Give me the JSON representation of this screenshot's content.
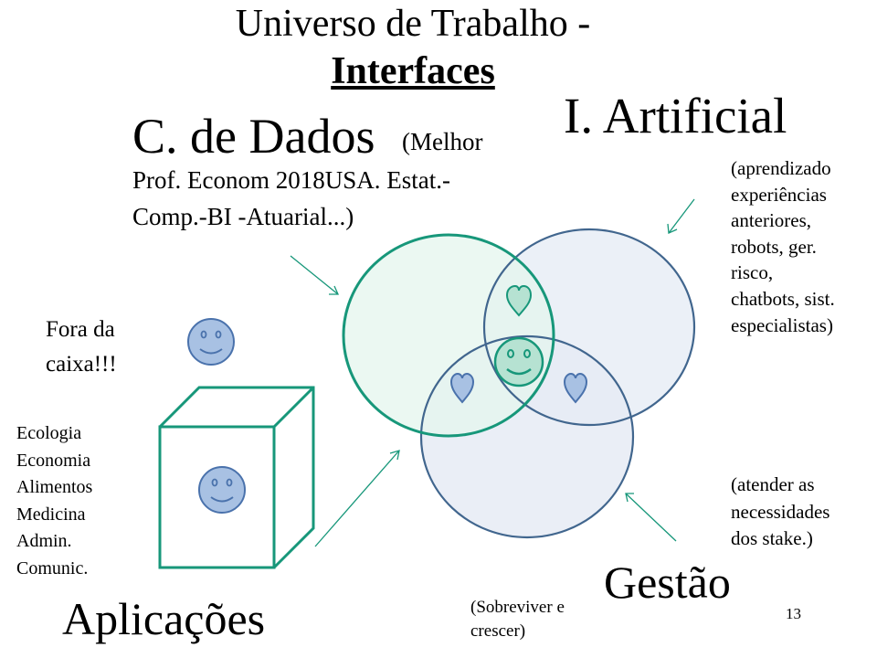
{
  "title": {
    "line1": "Universo de Trabalho -",
    "line2": "Interfaces"
  },
  "cdados": {
    "main": "C. de Dados",
    "paren": "(Melhor",
    "line2": "Prof. Econom 2018USA. Estat.-",
    "line3": "Comp.-BI -Atuarial...)"
  },
  "ia": {
    "title": "I. Artificial",
    "desc": "(aprendizado\nexperiências\nanteriores,\nrobots, ger.\nrisco,\nchatbots, sist.\nespecialistas)"
  },
  "fora": "Fora da\ncaixa!!!",
  "areas": "Ecologia\nEconomia\nAlimentos\nMedicina\nAdmin.\nComunic.",
  "aplicacoes": "Aplicações",
  "gestao": {
    "title": "Gestão",
    "desc": "(atender as\nnecessidades\ndos stake.)"
  },
  "sobreviver": "(Sobreviver e\ncrescer)",
  "page_number": "13",
  "colors": {
    "green": "#17977a",
    "green_fill": "#e6f5ef",
    "blue_stroke": "#41668e",
    "blue_fill": "#e8edf6",
    "smiley_fill": "#a8c1e3",
    "smiley_stroke": "#4a72ac"
  }
}
